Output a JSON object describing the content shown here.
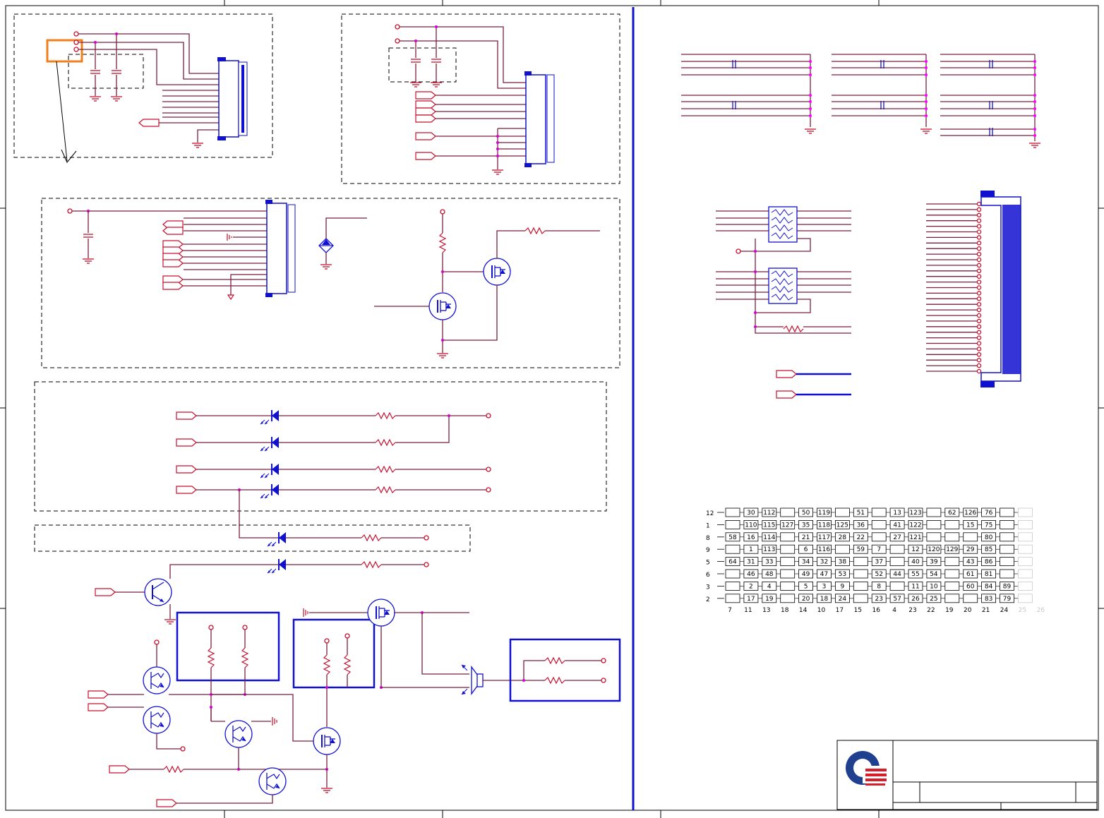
{
  "pin_map": {
    "row_labels": [
      "12",
      "1",
      "8",
      "9",
      "5",
      "6",
      "3",
      "2"
    ],
    "column_labels": [
      "7",
      "11",
      "13",
      "18",
      "14",
      "10",
      "17",
      "15",
      "16",
      "4",
      "23",
      "22",
      "19",
      "20",
      "21",
      "24",
      "25",
      "26"
    ],
    "faint_columns": [
      16,
      17
    ],
    "cells": [
      [
        "",
        "30",
        "112",
        "",
        "50",
        "119",
        "",
        "51",
        "",
        "13",
        "123",
        "",
        "62",
        "126",
        "76",
        "",
        ""
      ],
      [
        "",
        "110",
        "115",
        "127",
        "35",
        "118",
        "125",
        "36",
        "",
        "41",
        "122",
        "",
        "",
        "15",
        "75",
        "",
        ""
      ],
      [
        "58",
        "16",
        "114",
        "",
        "21",
        "117",
        "28",
        "22",
        "",
        "27",
        "121",
        "",
        "",
        "",
        "80",
        "",
        ""
      ],
      [
        "",
        "1",
        "113",
        "",
        "6",
        "116",
        "",
        "59",
        "7",
        "",
        "12",
        "120",
        "129",
        "29",
        "85",
        "",
        ""
      ],
      [
        "64",
        "31",
        "33",
        "",
        "34",
        "32",
        "38",
        "",
        "37",
        "",
        "40",
        "39",
        "",
        "43",
        "86",
        "",
        ""
      ],
      [
        "",
        "46",
        "48",
        "",
        "49",
        "47",
        "53",
        "",
        "52",
        "44",
        "55",
        "54",
        "",
        "61",
        "81",
        "",
        ""
      ],
      [
        "",
        "2",
        "4",
        "",
        "5",
        "3",
        "9",
        "",
        "8",
        "",
        "11",
        "10",
        "",
        "60",
        "84",
        "89",
        ""
      ],
      [
        "",
        "17",
        "19",
        "",
        "20",
        "18",
        "24",
        "",
        "23",
        "57",
        "26",
        "25",
        "",
        "",
        "83",
        "79",
        ""
      ]
    ]
  },
  "colors": {
    "wire": "#7a1f3d",
    "net": "#c8102e",
    "part": "#1010d0",
    "junction": "#d400d4",
    "highlight": "#f07f1e"
  },
  "icons": [
    "company-logo-icon",
    "ground-icon",
    "mosfet-icon",
    "led-icon",
    "resistor-icon",
    "capacitor-icon",
    "connector-icon"
  ]
}
